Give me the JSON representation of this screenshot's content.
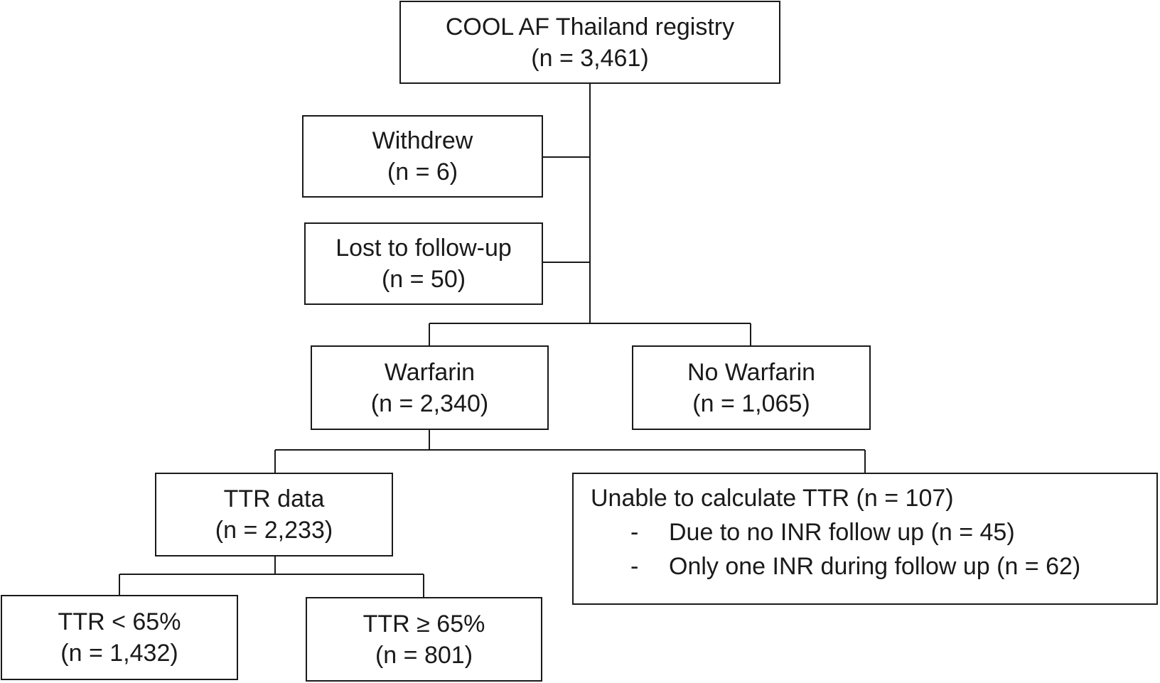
{
  "nodes": {
    "registry": {
      "title": "COOL AF Thailand registry",
      "count": "(n = 3,461)"
    },
    "withdrew": {
      "title": "Withdrew",
      "count": "(n = 6)"
    },
    "lost": {
      "title": "Lost to follow-up",
      "count": "(n = 50)"
    },
    "warfarin": {
      "title": "Warfarin",
      "count": "(n = 2,340)"
    },
    "no_warfarin": {
      "title": "No Warfarin",
      "count": "(n = 1,065)"
    },
    "ttr_data": {
      "title": "TTR data",
      "count": "(n = 2,233)"
    },
    "unable": {
      "title": "Unable to calculate TTR (n = 107)",
      "bullets": [
        {
          "marker": "-",
          "text": "Due to no INR follow up (n = 45)"
        },
        {
          "marker": "-",
          "text": "Only one INR during follow up (n = 62)"
        }
      ]
    },
    "ttr_low": {
      "title": "TTR < 65%",
      "count": "(n = 1,432)"
    },
    "ttr_high": {
      "title": "TTR ≥ 65%",
      "count": "(n = 801)"
    }
  },
  "colors": {
    "line": "#1a1a1a",
    "background": "#ffffff"
  }
}
